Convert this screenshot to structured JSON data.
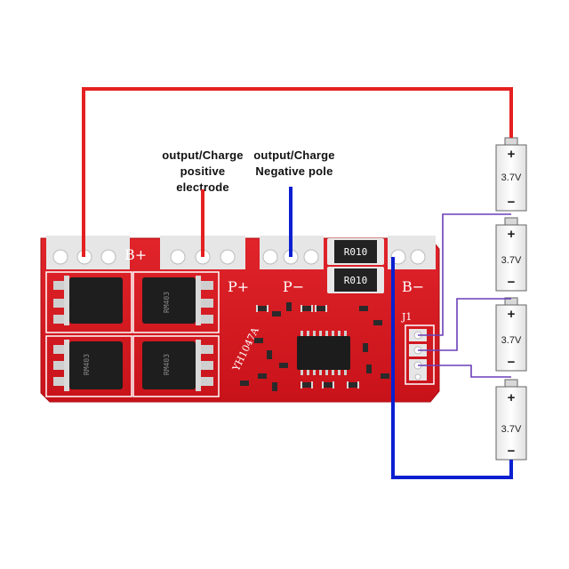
{
  "labels": {
    "pos_line1": "output/Charge",
    "pos_line2": "positive electrode",
    "neg_line1": "output/Charge",
    "neg_line2": "Negative pole"
  },
  "board": {
    "pad_b_plus": "B+",
    "pad_p_plus": "P+",
    "pad_p_minus": "P−",
    "pad_b_minus": "B−",
    "model": "YH1047A",
    "connector": "J1",
    "resistors": [
      "R010",
      "R010"
    ]
  },
  "cells": [
    {
      "voltage": "3.7V",
      "plus": "+",
      "minus": "−"
    },
    {
      "voltage": "3.7V",
      "plus": "+",
      "minus": "−"
    },
    {
      "voltage": "3.7V",
      "plus": "+",
      "minus": "−"
    },
    {
      "voltage": "3.7V",
      "plus": "+",
      "minus": "−"
    }
  ],
  "colors": {
    "pcb": "#d8161c",
    "positive_wire": "#e52020",
    "negative_wire": "#0a1fd0",
    "balance_wire": "#6a3fb8"
  }
}
